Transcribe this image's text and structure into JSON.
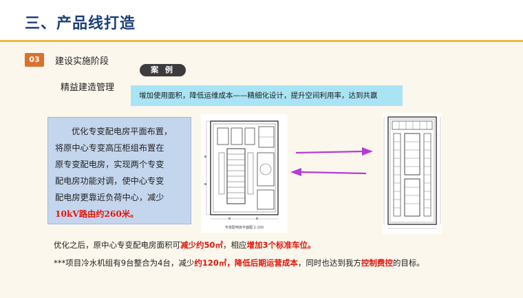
{
  "header": {
    "title": "三、产品线打造"
  },
  "section": {
    "number": "03",
    "stage_label": "建设实施阶段",
    "sub_label": "精益建造管理"
  },
  "case": {
    "tab_label": "案 例",
    "banner_text": "增加使用面积，降低运维成本——精细化设计，提升空间利用率，达到共赢"
  },
  "description": {
    "line1": "优化专变配电房平面布置，",
    "line2": "将原中心专变高压柜组布置在",
    "line3": "原专变配电房，实现两个专变",
    "line4": "配电房功能对调，使中心专变",
    "line5": "配电房更靠近负荷中心，减少",
    "highlight": "10kV路由约260米。"
  },
  "drawings": {
    "left_caption": "专变配电房平面图 1:100"
  },
  "notes": {
    "note1": {
      "p1": "优化之后，原中心专变配电房面积可",
      "h1": "减少约50㎡",
      "p2": "，相应",
      "h2": "增加3个标准车位。"
    },
    "note2": {
      "p1": "***项目冷水机组有9台整合为4台，减少",
      "h1": "约120㎡，降低后期运营成本",
      "p2": "，同时也达到我方",
      "h2": "控制费控",
      "p3": "的目标。"
    }
  },
  "colors": {
    "title": "#1b3f7a",
    "badge": "#d8722f",
    "banner": "#a9e4f5",
    "highlight": "#e3140a",
    "arrow": "#b83ad6"
  }
}
